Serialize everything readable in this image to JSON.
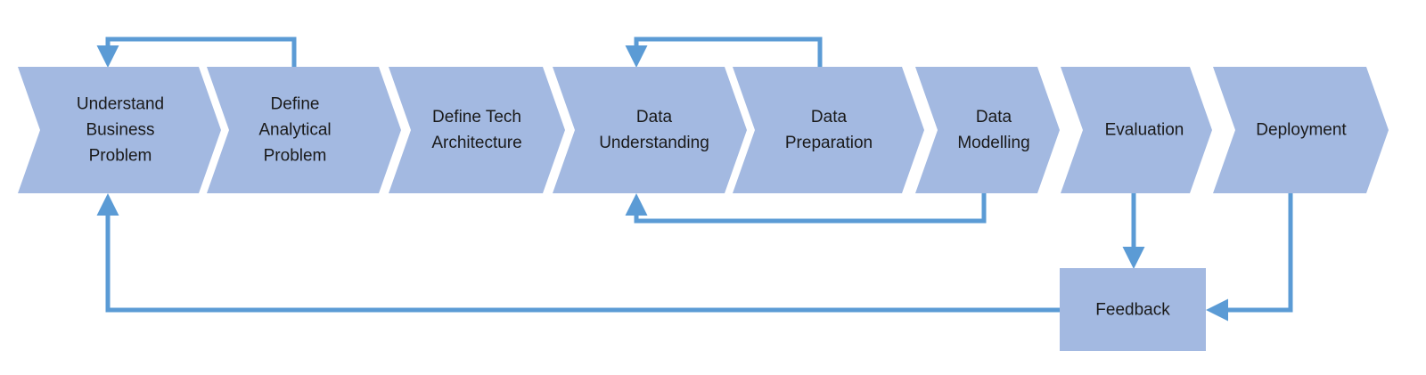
{
  "colors": {
    "shape_fill": "#A3B9E1",
    "connector": "#5B9BD5",
    "text": "#1a1a1a",
    "background": "#ffffff"
  },
  "steps": [
    {
      "id": "understand-business-problem",
      "lines": [
        "Understand",
        "Business",
        "Problem"
      ]
    },
    {
      "id": "define-analytical-problem",
      "lines": [
        "Define",
        "Analytical",
        "Problem"
      ]
    },
    {
      "id": "define-tech-architecture",
      "lines": [
        "Define Tech",
        "Architecture"
      ]
    },
    {
      "id": "data-understanding",
      "lines": [
        "Data",
        "Understanding"
      ]
    },
    {
      "id": "data-preparation",
      "lines": [
        "Data",
        "Preparation"
      ]
    },
    {
      "id": "data-modelling",
      "lines": [
        "Data",
        "Modelling"
      ]
    },
    {
      "id": "evaluation",
      "lines": [
        "Evaluation"
      ]
    },
    {
      "id": "deployment",
      "lines": [
        "Deployment"
      ]
    }
  ],
  "feedback": {
    "label": "Feedback"
  },
  "connectors": [
    {
      "from": "define-analytical-problem",
      "to": "understand-business-problem"
    },
    {
      "from": "data-preparation",
      "to": "data-understanding"
    },
    {
      "from": "data-modelling",
      "to": "data-understanding"
    },
    {
      "from": "evaluation",
      "to": "feedback"
    },
    {
      "from": "deployment",
      "to": "feedback"
    },
    {
      "from": "feedback",
      "to": "understand-business-problem"
    }
  ]
}
